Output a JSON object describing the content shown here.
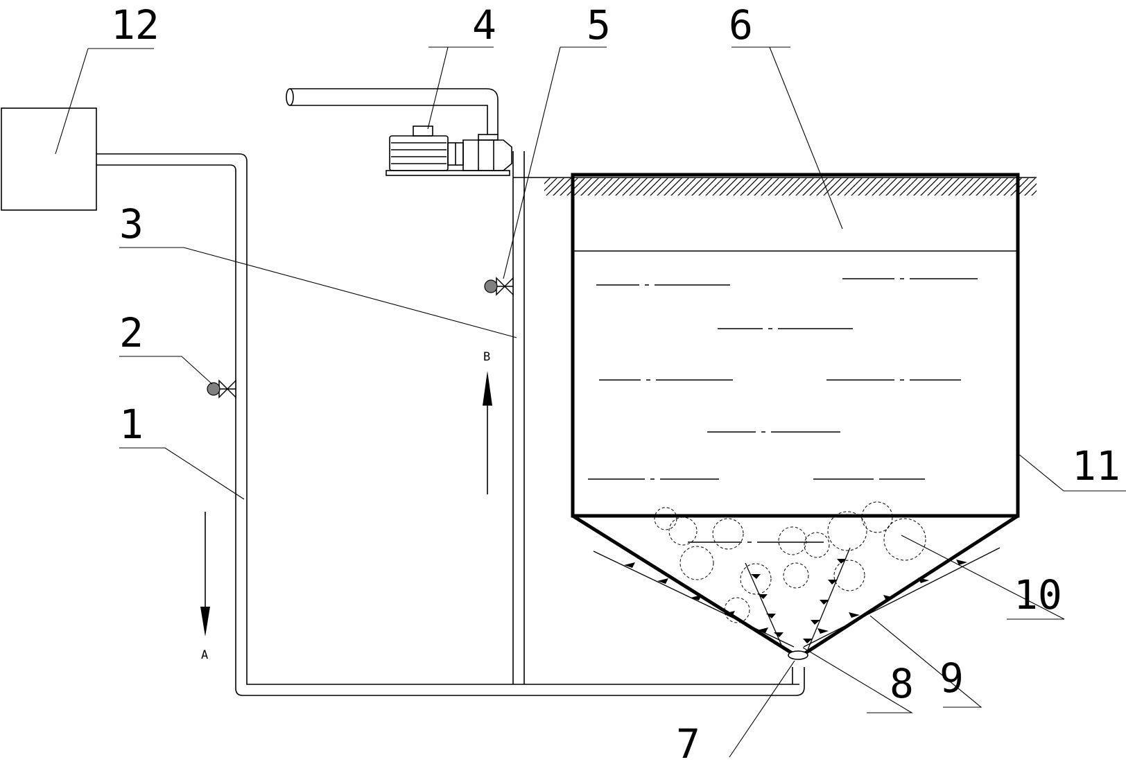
{
  "labels": {
    "n1": "1",
    "n2": "2",
    "n3": "3",
    "n4": "4",
    "n5": "5",
    "n6": "6",
    "n7": "7",
    "n8": "8",
    "n9": "9",
    "n10": "10",
    "n11": "11",
    "n12": "12"
  },
  "flow": {
    "a": "A",
    "b": "B"
  },
  "colors": {
    "line": "#000000",
    "valve_ball": "#808080",
    "background": "#ffffff"
  }
}
